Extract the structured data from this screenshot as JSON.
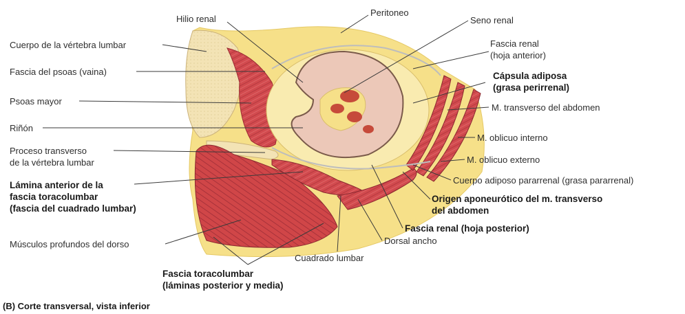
{
  "labels_left": {
    "cuerpo_vertebra": "Cuerpo de la vértebra lumbar",
    "fascia_psoas": "Fascia del psoas (vaina)",
    "psoas_mayor": "Psoas mayor",
    "rinon": "Riñón",
    "proceso_transverso_1": "Proceso transverso",
    "proceso_transverso_2": "de la vértebra lumbar",
    "lamina_anterior_1": "Lámina anterior de la",
    "lamina_anterior_2": "fascia toracolumbar",
    "lamina_anterior_3": "(fascia del cuadrado lumbar)",
    "musculos_profundos": "Músculos profundos del dorso"
  },
  "labels_top": {
    "hilio_renal": "Hilio renal",
    "peritoneo": "Peritoneo",
    "seno_renal": "Seno renal"
  },
  "labels_right": {
    "fascia_renal_ant_1": "Fascia renal",
    "fascia_renal_ant_2": "(hoja anterior)",
    "capsula_adiposa_1": "Cápsula adiposa",
    "capsula_adiposa_2": "(grasa perirrenal)",
    "transverso_abdomen": "M. transverso del abdomen",
    "oblicuo_interno": "M. oblicuo interno",
    "oblicuo_externo": "M. oblicuo externo",
    "cuerpo_adiposo_pararrenal": "Cuerpo adiposo pararrenal (grasa pararrenal)",
    "origen_aponeurotico_1": "Origen aponeurótico del m. transverso",
    "origen_aponeurotico_2": "del abdomen",
    "fascia_renal_post": "Fascia renal (hoja posterior)"
  },
  "labels_bottom": {
    "dorsal_ancho": "Dorsal ancho",
    "cuadrado_lumbar": "Cuadrado lumbar",
    "fascia_toracolumbar_1": "Fascia toracolumbar",
    "fascia_toracolumbar_2": "(láminas posterior y media)"
  },
  "caption": "(B) Corte transversal, vista inferior",
  "colors": {
    "muscle": "#d24a4e",
    "muscle_dark": "#a8323a",
    "fat": "#f6e089",
    "fat_light": "#f9ebb0",
    "bone": "#f3e3b5",
    "kidney": "#ecc8b8",
    "kidney_dark": "#c64a3a",
    "fascia": "#cfcfcf"
  }
}
